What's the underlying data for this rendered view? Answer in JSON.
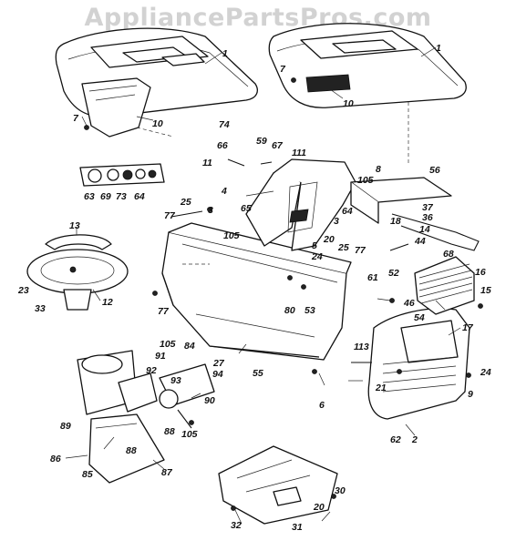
{
  "watermark": "AppliancePartsPros.com",
  "callouts": [
    {
      "id": "c1a",
      "text": "1"
    },
    {
      "id": "c1b",
      "text": "1"
    },
    {
      "id": "c2",
      "text": "2"
    },
    {
      "id": "c3a",
      "text": "3"
    },
    {
      "id": "c3b",
      "text": "3"
    },
    {
      "id": "c4",
      "text": "4"
    },
    {
      "id": "c5",
      "text": "5"
    },
    {
      "id": "c6",
      "text": "6"
    },
    {
      "id": "c7a",
      "text": "7"
    },
    {
      "id": "c7b",
      "text": "7"
    },
    {
      "id": "c8",
      "text": "8"
    },
    {
      "id": "c9",
      "text": "9"
    },
    {
      "id": "c10a",
      "text": "10"
    },
    {
      "id": "c10b",
      "text": "10"
    },
    {
      "id": "c11",
      "text": "11"
    },
    {
      "id": "c12",
      "text": "12"
    },
    {
      "id": "c13",
      "text": "13"
    },
    {
      "id": "c14",
      "text": "14"
    },
    {
      "id": "c15",
      "text": "15"
    },
    {
      "id": "c16",
      "text": "16"
    },
    {
      "id": "c17",
      "text": "17"
    },
    {
      "id": "c18",
      "text": "18"
    },
    {
      "id": "c20a",
      "text": "20"
    },
    {
      "id": "c20b",
      "text": "20"
    },
    {
      "id": "c21",
      "text": "21"
    },
    {
      "id": "c23",
      "text": "23"
    },
    {
      "id": "c24a",
      "text": "24"
    },
    {
      "id": "c24b",
      "text": "24"
    },
    {
      "id": "c25a",
      "text": "25"
    },
    {
      "id": "c25b",
      "text": "25"
    },
    {
      "id": "c27",
      "text": "27"
    },
    {
      "id": "c30",
      "text": "30"
    },
    {
      "id": "c31",
      "text": "31"
    },
    {
      "id": "c32",
      "text": "32"
    },
    {
      "id": "c33",
      "text": "33"
    },
    {
      "id": "c36",
      "text": "36"
    },
    {
      "id": "c37",
      "text": "37"
    },
    {
      "id": "c44",
      "text": "44"
    },
    {
      "id": "c46",
      "text": "46"
    },
    {
      "id": "c52",
      "text": "52"
    },
    {
      "id": "c53",
      "text": "53"
    },
    {
      "id": "c54",
      "text": "54"
    },
    {
      "id": "c55",
      "text": "55"
    },
    {
      "id": "c56",
      "text": "56"
    },
    {
      "id": "c59",
      "text": "59"
    },
    {
      "id": "c61",
      "text": "61"
    },
    {
      "id": "c62",
      "text": "62"
    },
    {
      "id": "c63",
      "text": "63"
    },
    {
      "id": "c64a",
      "text": "64"
    },
    {
      "id": "c64b",
      "text": "64"
    },
    {
      "id": "c65",
      "text": "65"
    },
    {
      "id": "c66",
      "text": "66"
    },
    {
      "id": "c67",
      "text": "67"
    },
    {
      "id": "c68",
      "text": "68"
    },
    {
      "id": "c69",
      "text": "69"
    },
    {
      "id": "c73",
      "text": "73"
    },
    {
      "id": "c74",
      "text": "74"
    },
    {
      "id": "c77a",
      "text": "77"
    },
    {
      "id": "c77b",
      "text": "77"
    },
    {
      "id": "c77c",
      "text": "77"
    },
    {
      "id": "c80",
      "text": "80"
    },
    {
      "id": "c84",
      "text": "84"
    },
    {
      "id": "c85",
      "text": "85"
    },
    {
      "id": "c86",
      "text": "86"
    },
    {
      "id": "c87",
      "text": "87"
    },
    {
      "id": "c88a",
      "text": "88"
    },
    {
      "id": "c88b",
      "text": "88"
    },
    {
      "id": "c89",
      "text": "89"
    },
    {
      "id": "c90",
      "text": "90"
    },
    {
      "id": "c91",
      "text": "91"
    },
    {
      "id": "c92",
      "text": "92"
    },
    {
      "id": "c93",
      "text": "93"
    },
    {
      "id": "c94",
      "text": "94"
    },
    {
      "id": "c105a",
      "text": "105"
    },
    {
      "id": "c105b",
      "text": "105"
    },
    {
      "id": "c105c",
      "text": "105"
    },
    {
      "id": "c105d",
      "text": "105"
    },
    {
      "id": "c111",
      "text": "111"
    },
    {
      "id": "c113",
      "text": "113"
    }
  ]
}
